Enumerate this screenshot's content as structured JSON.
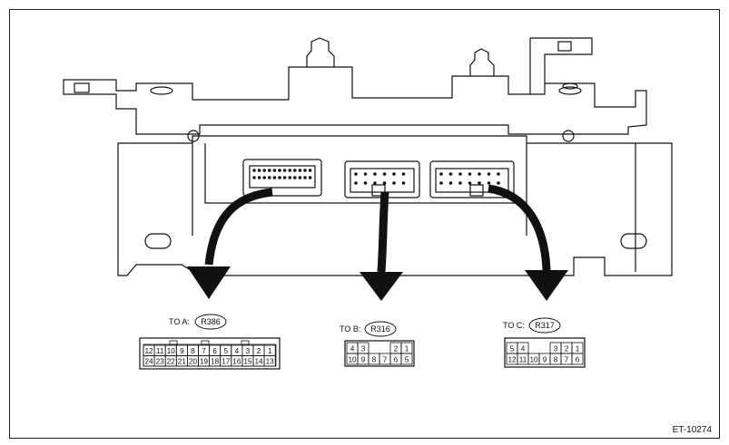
{
  "figure_id": "ET-10274",
  "connectors": [
    {
      "label_prefix": "TO A:",
      "connector_id": "R386",
      "row_top": [
        "12",
        "11",
        "10",
        "9",
        "8",
        "7",
        "6",
        "5",
        "4",
        "3",
        "2",
        "1"
      ],
      "row_bottom": [
        "24",
        "23",
        "22",
        "21",
        "20",
        "19",
        "18",
        "17",
        "16",
        "15",
        "14",
        "13"
      ]
    },
    {
      "label_prefix": "TO B:",
      "connector_id": "R316",
      "row_top": [
        "4",
        "3",
        "",
        "",
        "2",
        "1"
      ],
      "row_bottom": [
        "10",
        "9",
        "8",
        "7",
        "6",
        "5"
      ]
    },
    {
      "label_prefix": "TO C:",
      "connector_id": "R317",
      "row_top": [
        "5",
        "4",
        "",
        "",
        "3",
        "2",
        "1"
      ],
      "row_bottom": [
        "12",
        "11",
        "10",
        "9",
        "8",
        "7",
        "6"
      ]
    }
  ]
}
